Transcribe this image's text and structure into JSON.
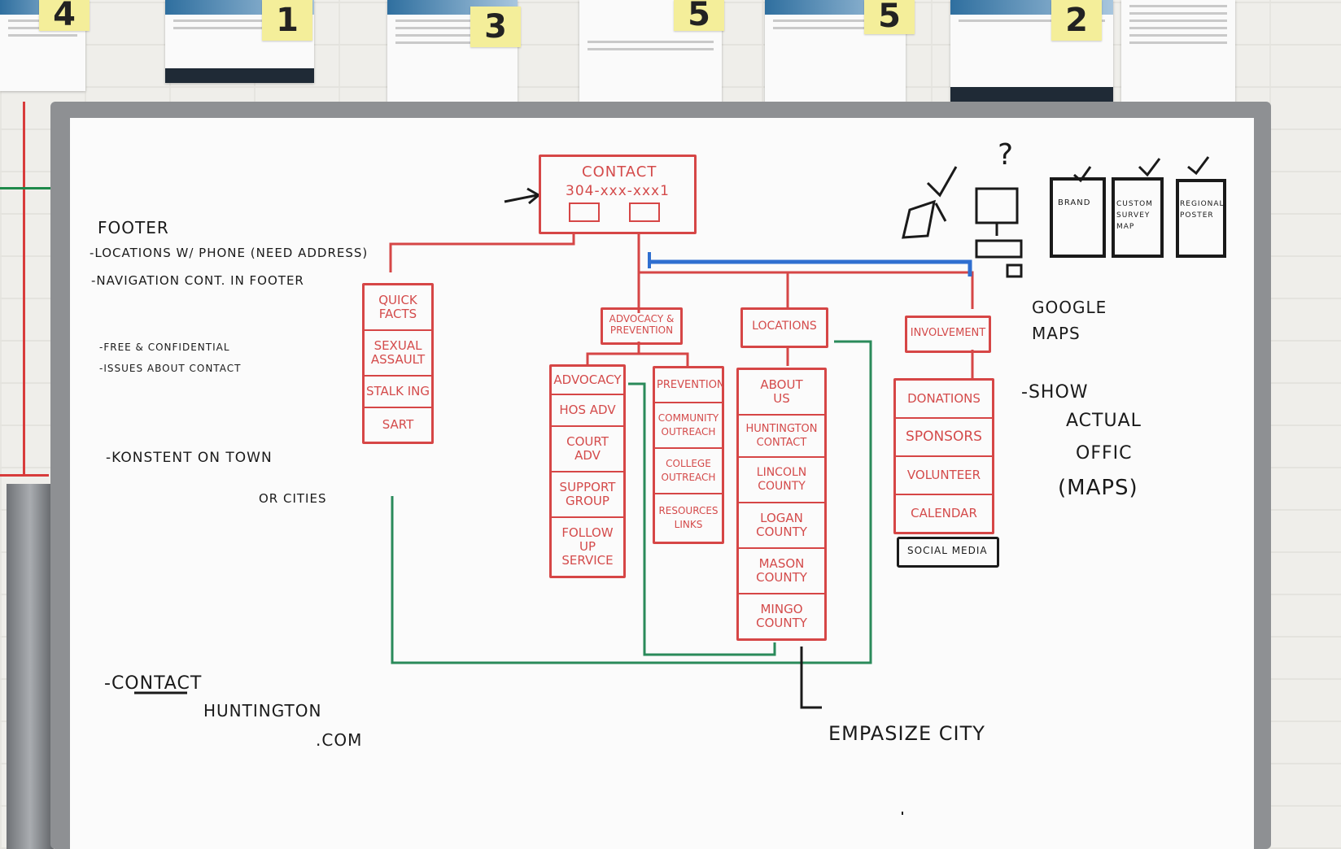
{
  "sticky_notes": [
    "4",
    "1",
    "3",
    "5",
    "5",
    "2"
  ],
  "sitemap": {
    "root": {
      "title": "CONTACT",
      "phone": "304-xxx-xxx1"
    },
    "quick_facts": [
      "QUICK FACTS",
      "SEXUAL ASSAULT",
      "STALK ING",
      "SART"
    ],
    "advocacy_prevention": "ADVOCACY & PREVENTION",
    "advocacy": [
      "ADVOCACY",
      "HOS ADV",
      "COURT ADV",
      "SUPPORT GROUP",
      "FOLLOW UP SERVICE"
    ],
    "prevention": [
      "PREVENTION",
      "COMMUNITY OUTREACH",
      "COLLEGE OUTREACH",
      "RESOURCES LINKS"
    ],
    "locations": "LOCATIONS",
    "about": [
      "ABOUT US",
      "HUNTINGTON CONTACT",
      "LINCOLN COUNTY",
      "LOGAN COUNTY",
      "MASON COUNTY",
      "MINGO COUNTY"
    ],
    "involvement": "INVOLVEMENT",
    "involvement_items": [
      "DONATIONS",
      "SPONSORS",
      "VOLUNTEER",
      "CALENDAR"
    ],
    "social": "SOCIAL MEDIA"
  },
  "notes_left": {
    "footer": "FOOTER",
    "line1": "-LOCATIONS W/ PHONE (NEED ADDRESS)",
    "line2": "-NAVIGATION   CONT. IN FOOTER",
    "line3": "-FREE & CONFIDENTIAL",
    "line4": "-ISSUES ABOUT CONTACT",
    "line5": "-KONSTENT ON TOWN",
    "line6": "OR CITIES",
    "url1": "-CONTACT",
    "url2": "HUNTINGTON",
    "url3": ".COM"
  },
  "notes_right": {
    "google": "GOOGLE MAPS",
    "show1": "-SHOW",
    "show2": "ACTUAL",
    "show3": "OFFIC",
    "show4": "(MAPS)",
    "emphasize": "EMPASIZE CITY",
    "question": "?",
    "card1": "BRAND",
    "card2": "CUSTOM SURVEY MAP",
    "card3": "REGIONAL POSTER"
  },
  "colors": {
    "red": "#d64646",
    "blue": "#2f6fd0",
    "green": "#2a8a5a",
    "black": "#1a1a1a"
  }
}
